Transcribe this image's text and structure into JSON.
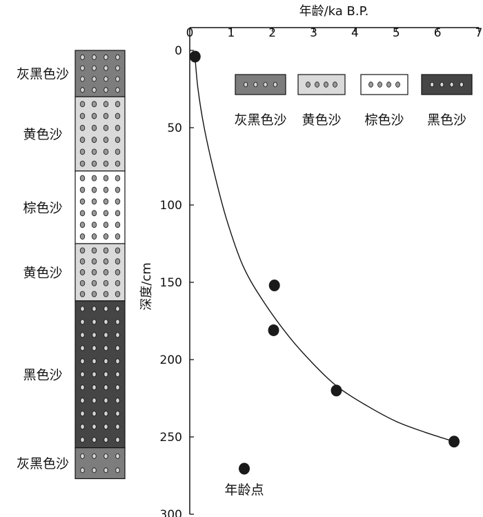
{
  "chart_data": {
    "type": "scatter",
    "xlabel": "年龄/ka B.P.",
    "ylabel": "深度/cm",
    "xlim": [
      0,
      7
    ],
    "ylim": [
      0,
      300
    ],
    "y_inverted": true,
    "x_axis_position": "top",
    "grid": false,
    "x_ticks": [
      "0",
      "1",
      "2",
      "3",
      "4",
      "5",
      "6",
      "7"
    ],
    "y_ticks": [
      "0",
      "50",
      "100",
      "150",
      "200",
      "250",
      "300"
    ],
    "series": [
      {
        "name": "年龄点",
        "points": [
          {
            "x": 0.13,
            "y": 4
          },
          {
            "x": 2.05,
            "y": 152
          },
          {
            "x": 2.03,
            "y": 181
          },
          {
            "x": 3.55,
            "y": 220
          },
          {
            "x": 6.4,
            "y": 253
          }
        ]
      }
    ],
    "fit_curve": [
      {
        "x": 0.12,
        "y": 2
      },
      {
        "x": 0.2,
        "y": 25
      },
      {
        "x": 0.35,
        "y": 50
      },
      {
        "x": 0.6,
        "y": 80
      },
      {
        "x": 0.9,
        "y": 110
      },
      {
        "x": 1.3,
        "y": 140
      },
      {
        "x": 1.8,
        "y": 163
      },
      {
        "x": 2.4,
        "y": 185
      },
      {
        "x": 3.0,
        "y": 203
      },
      {
        "x": 3.6,
        "y": 218
      },
      {
        "x": 4.3,
        "y": 230
      },
      {
        "x": 5.0,
        "y": 240
      },
      {
        "x": 5.7,
        "y": 247
      },
      {
        "x": 6.4,
        "y": 253
      }
    ],
    "legend": {
      "placement": "top-right",
      "entries": [
        {
          "label": "灰黑色沙",
          "fill": "#7d7d7d"
        },
        {
          "label": "黄色沙",
          "fill": "#dadada"
        },
        {
          "label": "棕色沙",
          "fill": "#ffffff"
        },
        {
          "label": "黑色沙",
          "fill": "#454545"
        }
      ]
    },
    "marker_label": "年龄点",
    "stratigraphy": [
      {
        "label": "灰黑色沙",
        "top": 0,
        "bottom": 30,
        "fill": "#7d7d7d"
      },
      {
        "label": "黄色沙",
        "top": 30,
        "bottom": 78,
        "fill": "#dadada"
      },
      {
        "label": "棕色沙",
        "top": 78,
        "bottom": 125,
        "fill": "#ffffff"
      },
      {
        "label": "黄色沙",
        "top": 125,
        "bottom": 162,
        "fill": "#dadada"
      },
      {
        "label": "黑色沙",
        "top": 162,
        "bottom": 257,
        "fill": "#454545"
      },
      {
        "label": "灰黑色沙",
        "top": 257,
        "bottom": 277,
        "fill": "#7d7d7d"
      }
    ]
  }
}
